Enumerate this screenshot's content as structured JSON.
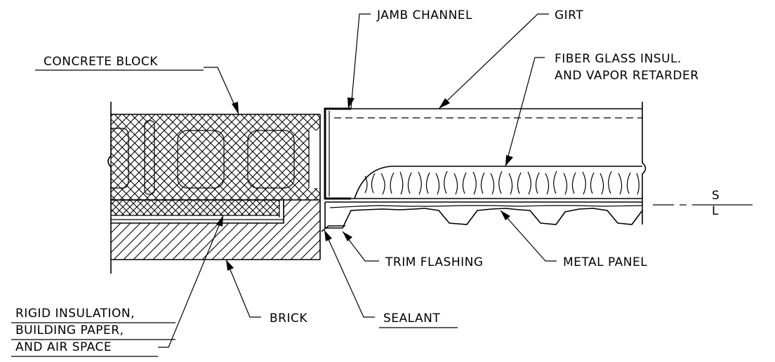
{
  "labels": {
    "concrete_block": "CONCRETE BLOCK",
    "jamb_channel": "JAMB CHANNEL",
    "girt": "GIRT",
    "fiber_glass_1": "FIBER GLASS INSUL.",
    "fiber_glass_2": "AND VAPOR RETARDER",
    "trim_flashing": "TRIM FLASHING",
    "metal_panel": "METAL PANEL",
    "rigid_1": "RIGID INSULATION,",
    "rigid_2": "BUILDING PAPER,",
    "rigid_3": "AND AIR SPACE",
    "brick": "BRICK",
    "sealant": "SEALANT",
    "sl_top": "S",
    "sl_bottom": "L"
  },
  "colors": {
    "line": "#000000",
    "background": "#ffffff"
  }
}
